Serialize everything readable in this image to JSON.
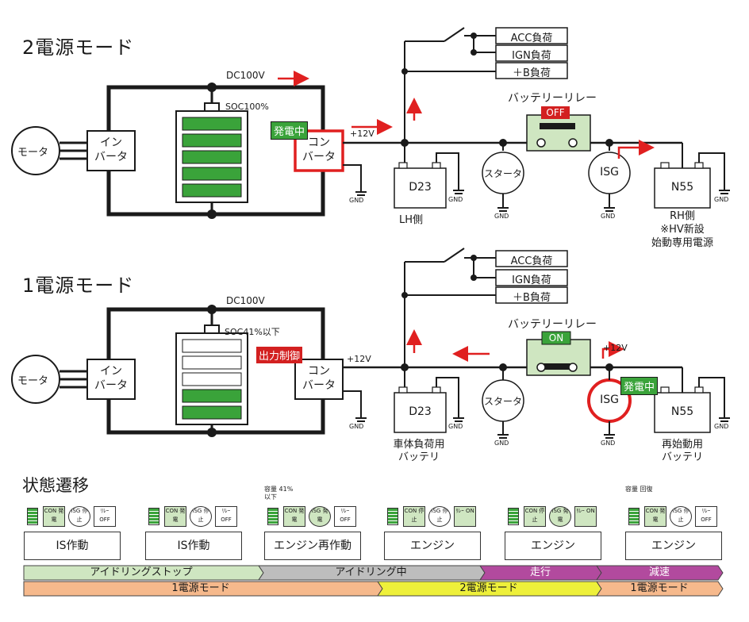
{
  "mode2": {
    "title": "2電源モード",
    "dc_label": "DC100V",
    "soc_label": "SOC100%",
    "gen_badge": "発電中",
    "v12": "+12V",
    "motor": "モータ",
    "inverter": [
      "イン",
      "バータ"
    ],
    "converter": [
      "コン",
      "バータ"
    ],
    "loads": [
      "ACC負荷",
      "IGN負荷",
      "＋B負荷"
    ],
    "relay_label": "バッテリーリレー",
    "relay_state": "OFF",
    "starter": "スタータ",
    "isg": "ISG",
    "d23": "D23",
    "n55": "N55",
    "gnd": "GND",
    "lh": "LH側",
    "rh": [
      "RH側",
      "※HV新設",
      "始動専用電源"
    ]
  },
  "mode1": {
    "title": "1電源モード",
    "dc_label": "DC100V",
    "soc_label": "SOC41%以下",
    "out_badge": "出力制御",
    "v12": "+12V",
    "v12_right": "+12V",
    "gen_badge": "発電中",
    "motor": "モータ",
    "inverter": [
      "イン",
      "バータ"
    ],
    "converter": [
      "コン",
      "バータ"
    ],
    "loads": [
      "ACC負荷",
      "IGN負荷",
      "＋B負荷"
    ],
    "relay_label": "バッテリーリレー",
    "relay_state": "ON",
    "starter": "スタータ",
    "isg": "ISG",
    "d23": "D23",
    "n55": "N55",
    "gnd": "GND",
    "left_batt": [
      "車体負荷用",
      "バッテリ"
    ],
    "right_batt": [
      "再始動用",
      "バッテリ"
    ]
  },
  "transition": {
    "title": "状態遷移",
    "states": [
      {
        "label": "IS作動",
        "note": "",
        "icons": [
          "CON 発電",
          "ISG 停止",
          "ﾘﾚｰ OFF"
        ]
      },
      {
        "label": "IS作動",
        "note": "",
        "icons": [
          "CON 発電",
          "ISG 停止",
          "ﾘﾚｰ OFF"
        ]
      },
      {
        "label": "エンジン再作動",
        "note": "容量 41%以下",
        "icons": [
          "CON 発電",
          "ISG 発電",
          "ﾘﾚｰ OFF"
        ]
      },
      {
        "label": "エンジン",
        "note": "",
        "icons": [
          "CON 停止",
          "ISG 停止",
          "ﾘﾚｰ ON"
        ]
      },
      {
        "label": "エンジン",
        "note": "",
        "icons": [
          "CON 停止",
          "ISG 発電",
          "ﾘﾚｰ ON"
        ]
      },
      {
        "label": "エンジン",
        "note": "容量 回復",
        "icons": [
          "CON 発電",
          "ISG 停止",
          "ﾘﾚｰ OFF"
        ]
      }
    ],
    "bar1": [
      "アイドリングストップ",
      "アイドリング中",
      "走行",
      "減速"
    ],
    "bar2": [
      "1電源モード",
      "2電源モード",
      "1電源モード"
    ]
  }
}
